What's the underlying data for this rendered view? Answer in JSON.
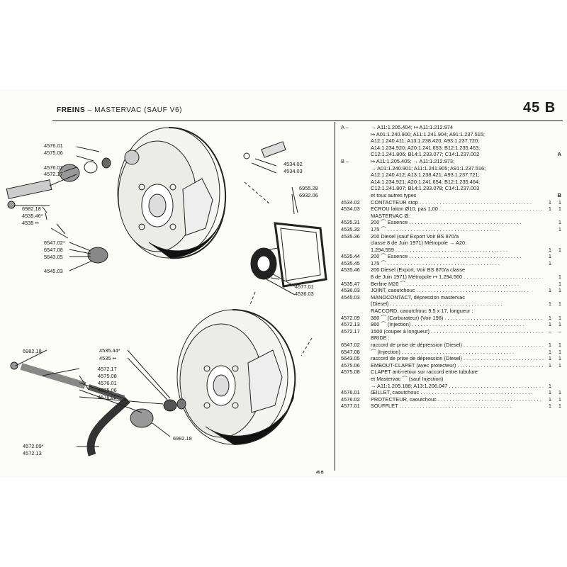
{
  "header": {
    "title": "FREINS",
    "subtitle": "– MASTERVAC (SAUF V6)",
    "page_number": "45 B",
    "footer_page": "45 B"
  },
  "callouts": {
    "top": [
      "4576.01",
      "4575.06",
      "4576.02",
      "4572.17",
      "6982.18",
      "4535.46*",
      "4535 ••",
      "6547.02*",
      "6547.08",
      "5643.05",
      "4545.03",
      "4534.02",
      "4534.03",
      "6955.28",
      "6932.06",
      "4577.01",
      "4536.03"
    ],
    "bottom": [
      "6982.18",
      "4535.44*",
      "4535 ••",
      "4572.17",
      "4575.08",
      "4576.01",
      "4575.06",
      "4576.02",
      "6982.18",
      "4572.09*",
      "4572.13"
    ]
  },
  "applicability": [
    {
      "mark": "A –",
      "line": "→ A11:1.205.404; ↦ A11:1.212.974",
      "side": ""
    },
    {
      "mark": "",
      "line": "↦ A01:1.240.900; A11:1.241.904; A91:1.237.515;",
      "side": ""
    },
    {
      "mark": "",
      "line": "A12:1.240.411; A13:1.238.420; A93:1.237.720;",
      "side": ""
    },
    {
      "mark": "",
      "line": "A14:1.234.920; A20:1.241.653; B12:1.235.463;",
      "side": ""
    },
    {
      "mark": "",
      "line": "C12:1.241.806; B14:1.233.077; C14:1.237.002",
      "side": "A"
    },
    {
      "mark": "B –",
      "line": "↦ A11:1.205.405; → A11:1.212.973;",
      "side": ""
    },
    {
      "mark": "",
      "line": "→ A01:1.240.901; A11:1.241.905; A91:1.237.516;",
      "side": ""
    },
    {
      "mark": "",
      "line": "A12:1.240.412; A13:1.238.421; A93:1.237.721;",
      "side": ""
    },
    {
      "mark": "",
      "line": "A14:1.234.921; A20:1.241.654; B12:1.235.464;",
      "side": ""
    },
    {
      "mark": "",
      "line": "C12:1.241.807; B14:1.233.078; C14:1.237.003",
      "side": ""
    },
    {
      "mark": "",
      "line": "et tous autres types",
      "side": "B"
    }
  ],
  "parts": [
    {
      "ref": "4534.02",
      "desc": "CONTACTEUR stop",
      "q1": "1",
      "q2": "1"
    },
    {
      "ref": "4534.03",
      "desc": "ECROU laiton Ø10, pas 1,00",
      "q1": "1",
      "q2": "1"
    },
    {
      "ref": "",
      "desc": "MASTERVAC Ø:",
      "q1": "",
      "q2": ""
    },
    {
      "ref": "4535.31",
      "desc": "200 ⌒ Essence",
      "q1": "",
      "q2": "1"
    },
    {
      "ref": "4535.32",
      "desc": "175 ⌒",
      "q1": "",
      "q2": "1"
    },
    {
      "ref": "4535.36",
      "desc": "200 Diesel (sauf Export Voir BS 870/a",
      "q1": "",
      "q2": ""
    },
    {
      "ref": "",
      "desc": "classe 8 de Juin 1971) Métropole → A20:",
      "q1": "",
      "q2": ""
    },
    {
      "ref": "",
      "desc": "1.294.559",
      "q1": "1",
      "q2": "1"
    },
    {
      "ref": "4535.44",
      "desc": "200 ⌒ Essence",
      "q1": "1",
      "q2": ""
    },
    {
      "ref": "4535.45",
      "desc": "175 ⌒",
      "q1": "1",
      "q2": ""
    },
    {
      "ref": "4535.46",
      "desc": "200 Diesel (Export, Voir BS 870/a classe",
      "q1": "",
      "q2": ""
    },
    {
      "ref": "",
      "desc": "8 de Juin 1971) Métropole ↦ 1.294.560",
      "q1": "",
      "q2": "1"
    },
    {
      "ref": "4535.47",
      "desc": "Berline M20 ⌒",
      "q1": "",
      "q2": "1"
    },
    {
      "ref": "4536.03",
      "desc": "JOINT, caoutchouc",
      "q1": "1",
      "q2": "1"
    },
    {
      "ref": "4545.03",
      "desc": "MANOCONTACT, dépression mastervac",
      "q1": "",
      "q2": ""
    },
    {
      "ref": "",
      "desc": "(Diesel)",
      "q1": "1",
      "q2": "1"
    },
    {
      "ref": "",
      "desc": "RACCORD, caoutchouc 9,5 x 17, longueur :",
      "q1": "",
      "q2": ""
    },
    {
      "ref": "4572.09",
      "desc": "380 ⌒ (Carburateur) (Voir 198)",
      "q1": "1",
      "q2": "1"
    },
    {
      "ref": "4572.13",
      "desc": "860 ⌒ (Injection)",
      "q1": "1",
      "q2": "1"
    },
    {
      "ref": "4572.17",
      "desc": "1500 (couper à longueur)",
      "q1": "–",
      "q2": "–"
    },
    {
      "ref": "",
      "desc": "BRIDE :",
      "q1": "",
      "q2": ""
    },
    {
      "ref": "6547.02",
      "desc": "raccord de prise de dépression (Diesel)",
      "q1": "1",
      "q2": "1"
    },
    {
      "ref": "6547.08",
      "desc": "⌒ (Injection)",
      "q1": "1",
      "q2": "1"
    },
    {
      "ref": "5643.05",
      "desc": "raccord de prise de dépression (Diesel)",
      "q1": "1",
      "q2": "1"
    },
    {
      "ref": "4575.06",
      "desc": "EMBOUT-CLAPET (avec protecteur)",
      "q1": "1",
      "q2": "1"
    },
    {
      "ref": "4575.08",
      "desc": "CLAPET anti-retour sur raccord entre tubulure",
      "q1": "",
      "q2": ""
    },
    {
      "ref": "",
      "desc": "et Mastervac ⌒ (sauf Injection)",
      "q1": "",
      "q2": ""
    },
    {
      "ref": "",
      "desc": "→ A11:1.205.188; A13:1.206.047",
      "q1": "1",
      "q2": ""
    },
    {
      "ref": "4576.01",
      "desc": "ŒILLET, caoutchouc",
      "q1": "1",
      "q2": "1"
    },
    {
      "ref": "4576.02",
      "desc": "PROTECTEUR, caoutchouc",
      "q1": "1",
      "q2": "1"
    },
    {
      "ref": "4577.01",
      "desc": "SOUFFLET",
      "q1": "1",
      "q2": "1"
    }
  ]
}
